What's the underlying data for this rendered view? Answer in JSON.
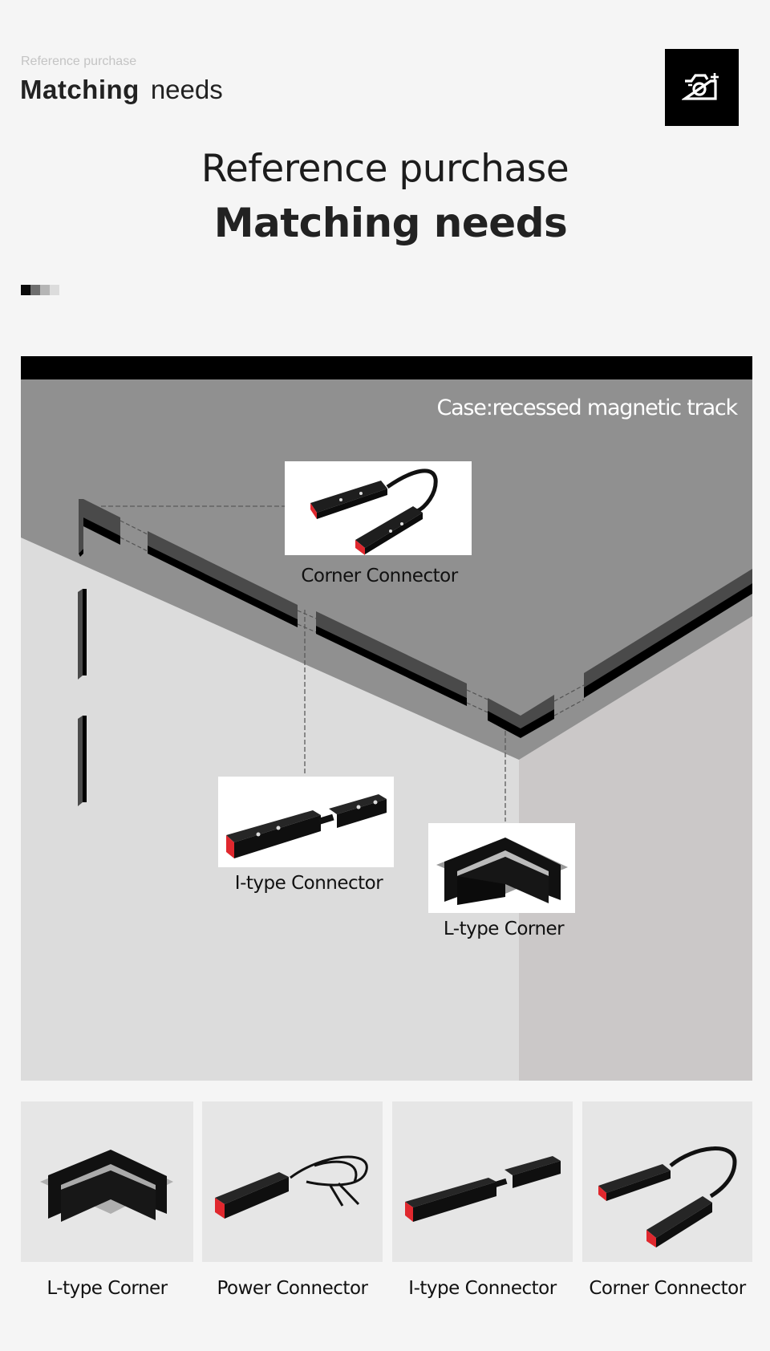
{
  "header": {
    "eyebrow": "Reference purchase",
    "heading_bold": "Matching",
    "heading_light": "needs",
    "camera_button_icon": "camera-plus-icon"
  },
  "hero": {
    "title_line1": "Reference purchase",
    "title_line2": "Matching needs"
  },
  "swatches": [
    "#0a0a0a",
    "#6e6e6e",
    "#b5b5b5",
    "#dcdcdc"
  ],
  "scene": {
    "case_label": "Case:recessed magnetic track",
    "colors": {
      "ceiling": "#909090",
      "left_wall": "#dcdcdc",
      "right_wall": "#cbc8c8",
      "track_face": "#4a4a4a",
      "track_shadow": "#000000",
      "connector_red": "#e0282e"
    },
    "callouts": [
      {
        "label": "Corner Connector",
        "icon": "corner-connector-icon"
      },
      {
        "label": "I-type Connector",
        "icon": "i-type-connector-icon"
      },
      {
        "label": "L-type Corner",
        "icon": "l-type-corner-icon"
      }
    ]
  },
  "products": [
    {
      "label": "L-type Corner",
      "icon": "l-type-corner-icon"
    },
    {
      "label": "Power Connector",
      "icon": "power-connector-icon"
    },
    {
      "label": "I-type Connector",
      "icon": "i-type-connector-icon"
    },
    {
      "label": "Corner Connector",
      "icon": "corner-connector-icon"
    }
  ]
}
